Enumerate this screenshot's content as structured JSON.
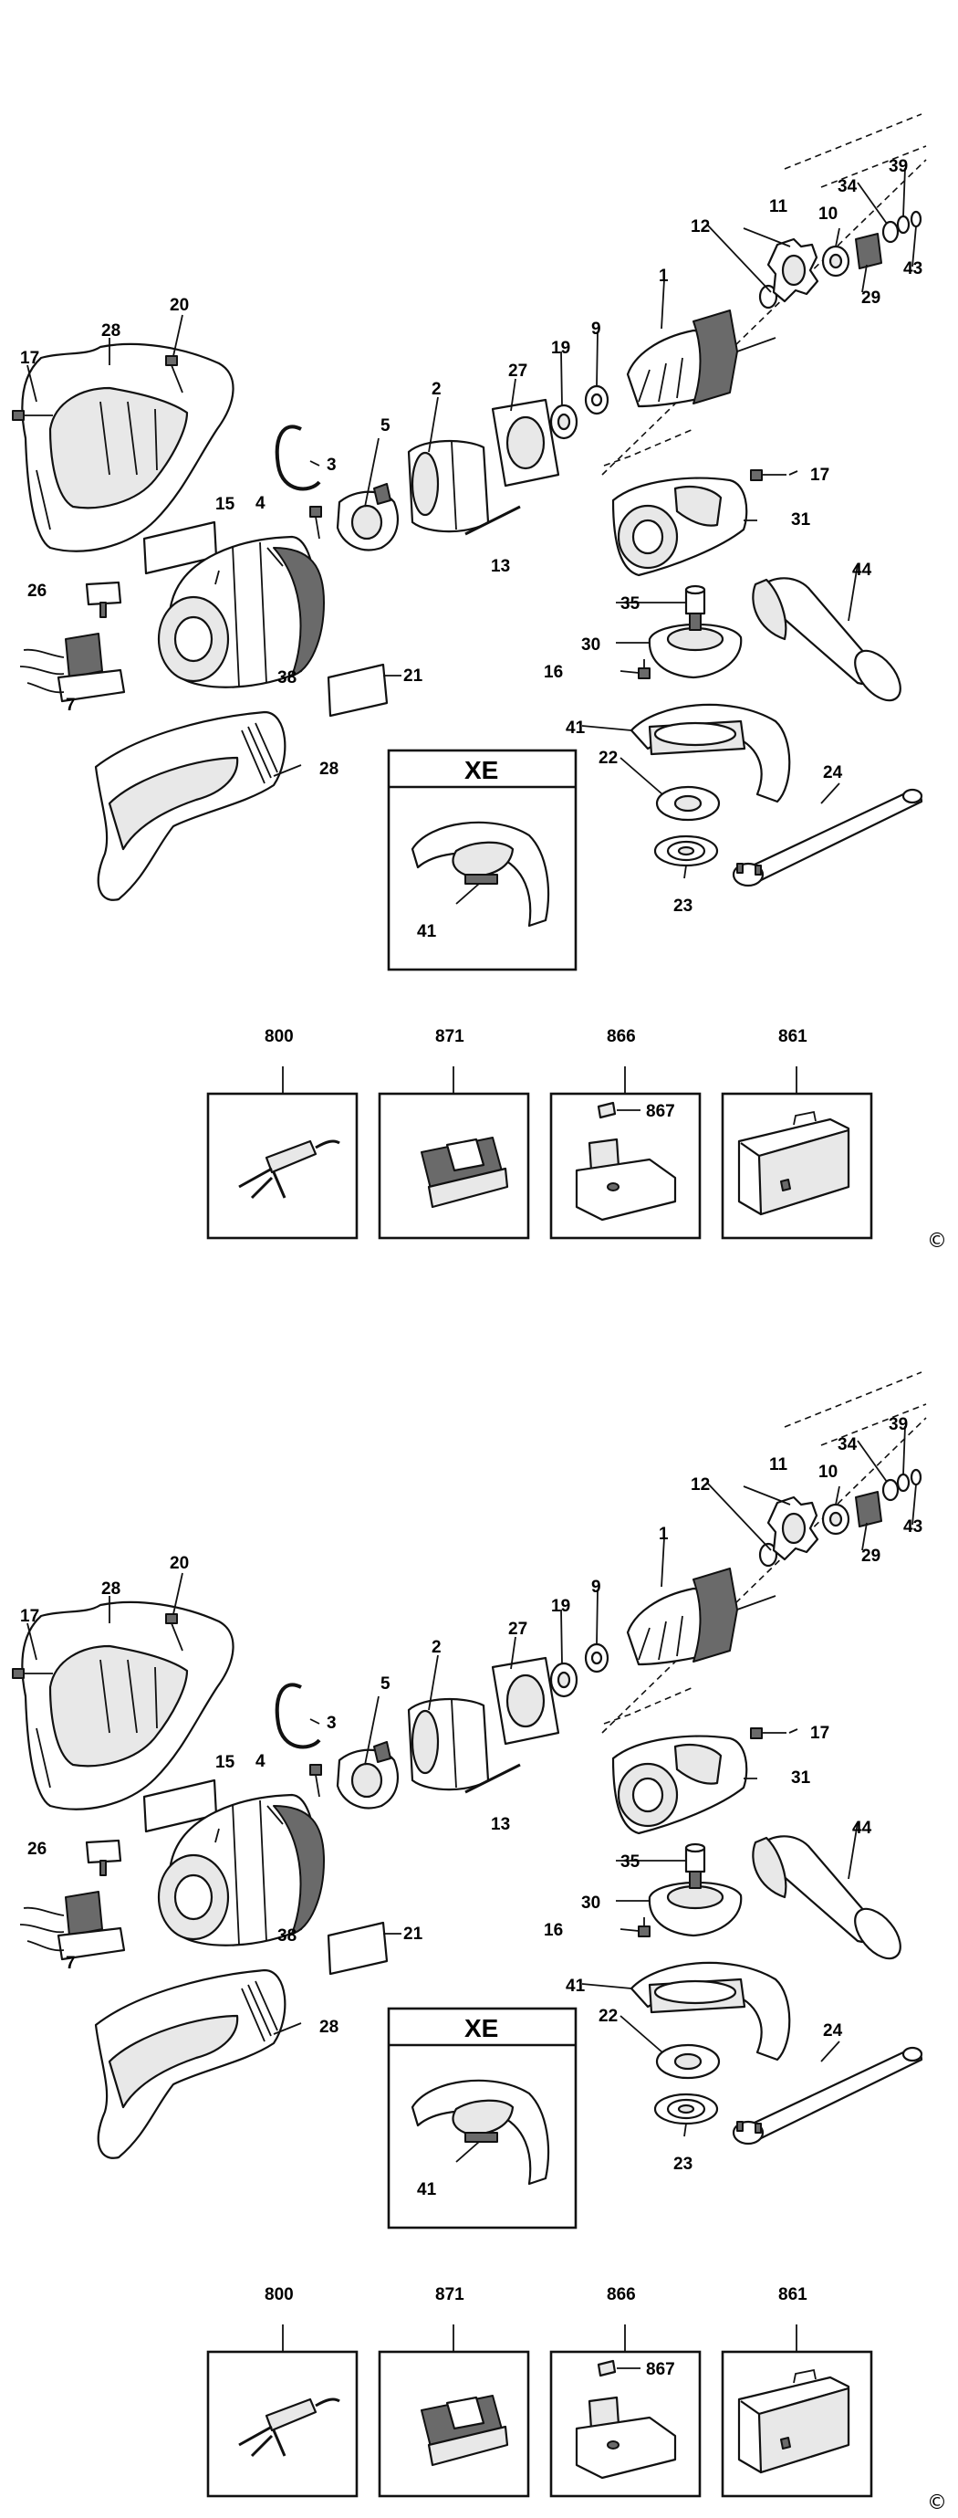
{
  "diagram": {
    "sheets": [
      {
        "part_labels": {
          "p1": "1",
          "p2": "2",
          "p3": "3",
          "p4": "4",
          "p5": "5",
          "p7": "7",
          "p9": "9",
          "p10": "10",
          "p11": "11",
          "p12": "12",
          "p13": "13",
          "p15": "15",
          "p16": "16",
          "p17a": "17",
          "p17b": "17",
          "p19": "19",
          "p20": "20",
          "p21": "21",
          "p22": "22",
          "p23": "23",
          "p24": "24",
          "p26": "26",
          "p27": "27",
          "p28a": "28",
          "p28b": "28",
          "p29": "29",
          "p30": "30",
          "p31": "31",
          "p34": "34",
          "p35": "35",
          "p38": "38",
          "p39": "39",
          "p41a": "41",
          "p41b": "41",
          "p43": "43",
          "p44": "44"
        },
        "inset_title": "XE",
        "accessories": [
          "800",
          "871",
          "866",
          "861"
        ],
        "battery_cap_label": "867",
        "copyright": "©"
      },
      {
        "part_labels": {
          "p1": "1",
          "p2": "2",
          "p3": "3",
          "p4": "4",
          "p5": "5",
          "p7": "7",
          "p9": "9",
          "p10": "10",
          "p11": "11",
          "p12": "12",
          "p13": "13",
          "p15": "15",
          "p16": "16",
          "p17a": "17",
          "p17b": "17",
          "p19": "19",
          "p20": "20",
          "p21": "21",
          "p22": "22",
          "p23": "23",
          "p24": "24",
          "p26": "26",
          "p27": "27",
          "p28a": "28",
          "p28b": "28",
          "p29": "29",
          "p30": "30",
          "p31": "31",
          "p34": "34",
          "p35": "35",
          "p38": "38",
          "p39": "39",
          "p41a": "41",
          "p41b": "41",
          "p43": "43",
          "p44": "44"
        },
        "inset_title": "XE",
        "accessories": [
          "800",
          "871",
          "866",
          "861"
        ],
        "battery_cap_label": "867",
        "copyright": "©"
      }
    ],
    "colors": {
      "ink": "#111111",
      "paper": "#ffffff",
      "shade": "#e8e8e8"
    }
  }
}
